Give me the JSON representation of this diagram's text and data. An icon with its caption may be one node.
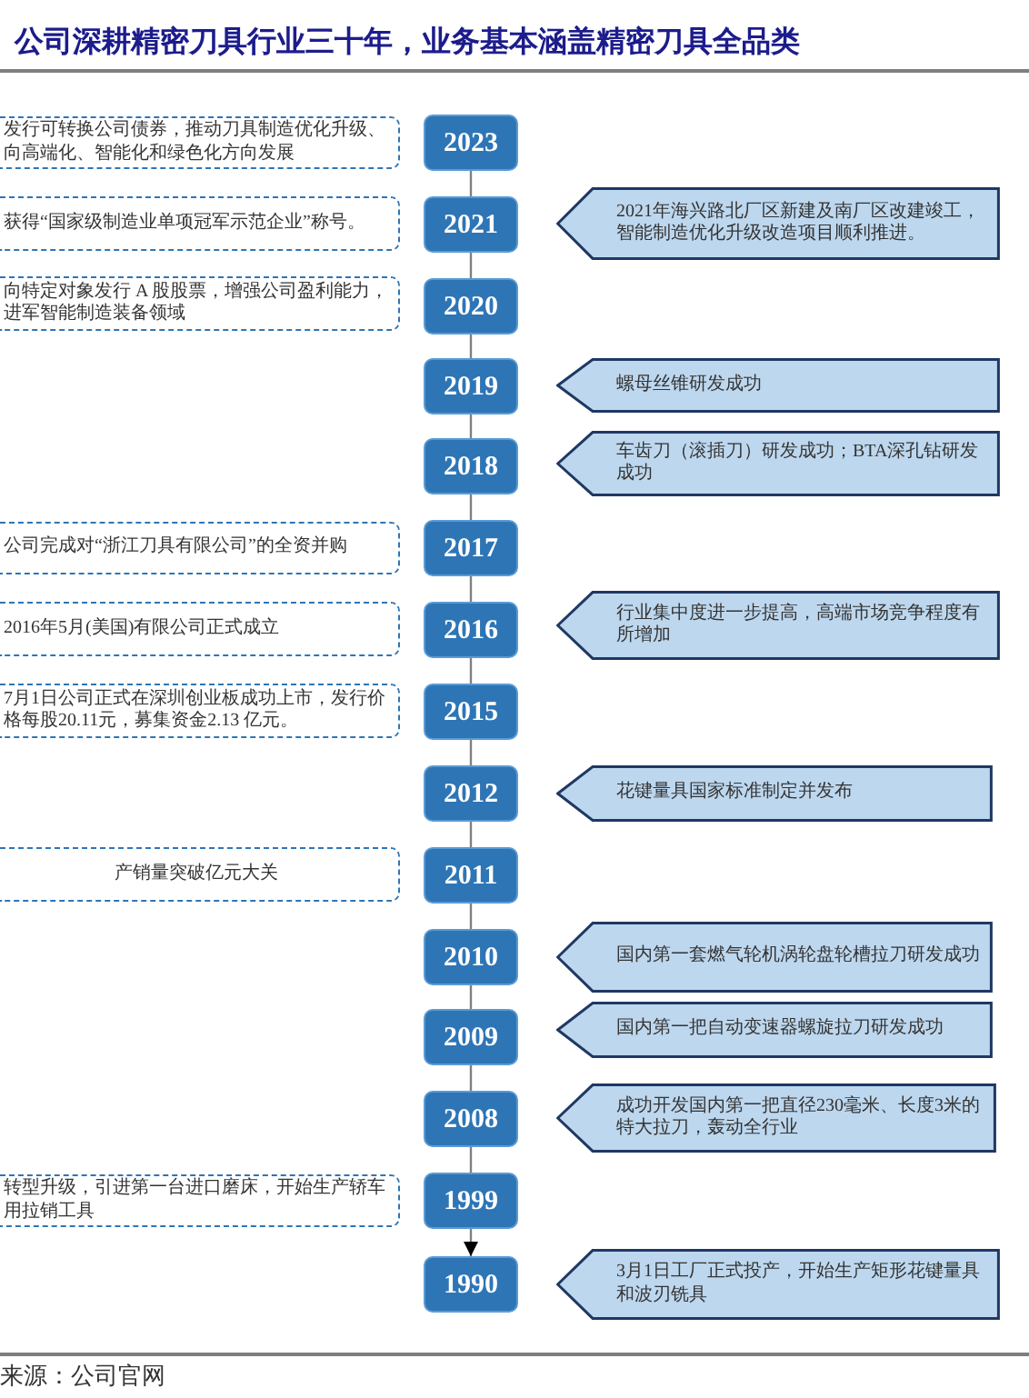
{
  "diagram": {
    "title": "公司深耕精密刀具行业三十年，业务基本涵盖精密刀具全品类",
    "nodes": [
      {
        "text": [
          "发行可转换公司债券，推动刀具制造优化升级、向高端化、智能化和绿色化方向发展"
        ]
      },
      {
        "text": [
          "2023"
        ]
      },
      {
        "text": [
          "获得“国家级制造业单项冠军示范企业”称号。"
        ]
      },
      {
        "text": [
          "2021"
        ]
      },
      {
        "text": [
          "2021年海兴路北厂区新建及南厂区改建竣工，智能制造优化升级改造项目顺利推进。"
        ]
      },
      {
        "text": [
          "向特定对象发行 A 股股票，增强公司盈利能力，进军智能制造装备领域"
        ]
      },
      {
        "text": [
          "2020"
        ]
      },
      {
        "text": [
          "2019"
        ]
      },
      {
        "text": [
          "螺母丝锥研发成功"
        ]
      },
      {
        "text": [
          "2018"
        ]
      },
      {
        "text": [
          "车齿刀（滚插刀）研发成功；BTA深孔钻研发成功"
        ]
      },
      {
        "text": [
          "公司完成对“浙江刀具有限公司”的全资并购"
        ]
      },
      {
        "text": [
          "2017"
        ]
      },
      {
        "text": [
          "2016年5月(美国)有限公司正式成立"
        ]
      },
      {
        "text": [
          "2016"
        ]
      },
      {
        "text": [
          "行业集中度进一步提高，高端市场竞争程度有所增加"
        ]
      },
      {
        "text": [
          "7月1日公司正式在深圳创业板成功上市，发行价格每股20.11元，募集资金2.13 亿元。"
        ]
      },
      {
        "text": [
          "2015"
        ]
      },
      {
        "text": [
          "2012"
        ]
      },
      {
        "text": [
          "花键量具国家标准制定并发布"
        ]
      },
      {
        "text": [
          "产销量突破亿元大关"
        ]
      },
      {
        "text": [
          "2011"
        ]
      },
      {
        "text": [
          "2010"
        ]
      },
      {
        "text": [
          "国内第一套燃气轮机涡轮盘轮槽拉刀研发成功"
        ]
      },
      {
        "text": [
          "2009"
        ]
      },
      {
        "text": [
          "国内第一把自动变速器螺旋拉刀研发成功"
        ]
      },
      {
        "text": [
          "2008"
        ]
      },
      {
        "text": [
          "成功开发国内第一把直径230毫米、长度3米的特大拉刀，轰动全行业"
        ]
      },
      {
        "text": [
          "转型升级，引进第一台进口磨床，开始生产轿车用拉销工具"
        ]
      },
      {
        "text": [
          "1999"
        ]
      },
      {
        "text": [
          "1990"
        ]
      },
      {
        "text": [
          "3月1日工厂正式投产，开始生产矩形花键量具和波刃铣具"
        ]
      }
    ],
    "edges": [
      {
        "from": 1,
        "to": 3,
        "arrow": "none"
      },
      {
        "from": 3,
        "to": 6,
        "arrow": "none"
      },
      {
        "from": 6,
        "to": 7,
        "arrow": "none"
      },
      {
        "from": 7,
        "to": 9,
        "arrow": "none"
      },
      {
        "from": 9,
        "to": 12,
        "arrow": "none"
      },
      {
        "from": 12,
        "to": 14,
        "arrow": "none"
      },
      {
        "from": 14,
        "to": 17,
        "arrow": "none"
      },
      {
        "from": 17,
        "to": 18,
        "arrow": "none"
      },
      {
        "from": 18,
        "to": 21,
        "arrow": "none"
      },
      {
        "from": 21,
        "to": 22,
        "arrow": "none"
      },
      {
        "from": 22,
        "to": 24,
        "arrow": "none"
      },
      {
        "from": 24,
        "to": 26,
        "arrow": "none"
      },
      {
        "from": 26,
        "to": 29,
        "arrow": "none"
      },
      {
        "from": 29,
        "to": 30,
        "arrow": "to"
      }
    ],
    "caption": "来源：公司官网"
  }
}
